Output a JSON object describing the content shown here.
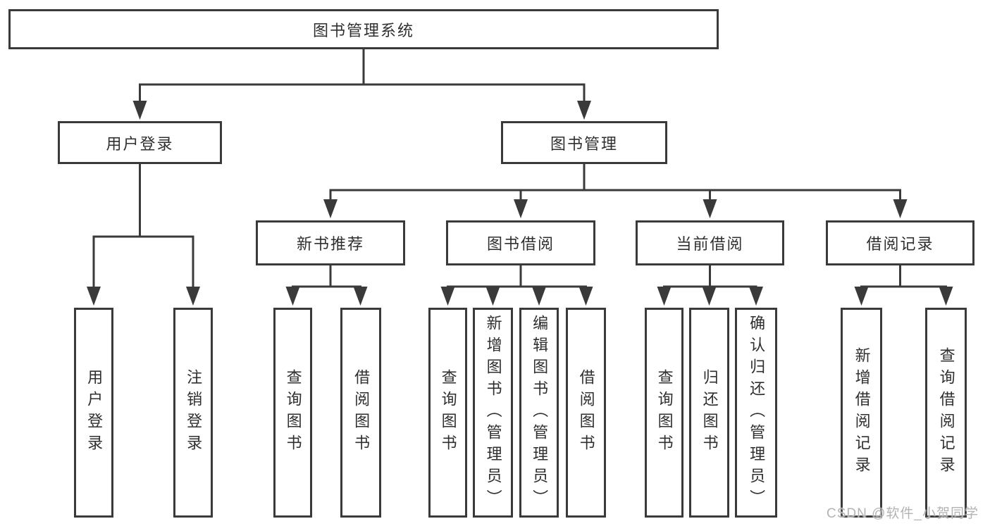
{
  "colors": {
    "line": "#3a3a3a",
    "box_border": "#3a3a3a",
    "text": "#2f2f2f",
    "background": "#ffffff",
    "watermark": "#b3b3b3"
  },
  "watermark": {
    "text": "CSDN @软件_小贺同学"
  },
  "tree": {
    "label": "图书管理系统",
    "children": [
      {
        "label": "用户登录",
        "children": [
          {
            "label": "用户登录"
          },
          {
            "label": "注销登录"
          }
        ]
      },
      {
        "label": "图书管理",
        "children": [
          {
            "label": "新书推荐",
            "children": [
              {
                "label": "查询图书"
              },
              {
                "label": "借阅图书"
              }
            ]
          },
          {
            "label": "图书借阅",
            "children": [
              {
                "label": "查询图书"
              },
              {
                "label": "新增图书（管理员）"
              },
              {
                "label": "编辑图书（管理员）"
              },
              {
                "label": "借阅图书"
              }
            ]
          },
          {
            "label": "当前借阅",
            "children": [
              {
                "label": "查询图书"
              },
              {
                "label": "归还图书"
              },
              {
                "label": "确认归还（管理员）"
              }
            ]
          },
          {
            "label": "借阅记录",
            "children": [
              {
                "label": "新增借阅记录"
              },
              {
                "label": "查询借阅记录"
              }
            ]
          }
        ]
      }
    ]
  }
}
